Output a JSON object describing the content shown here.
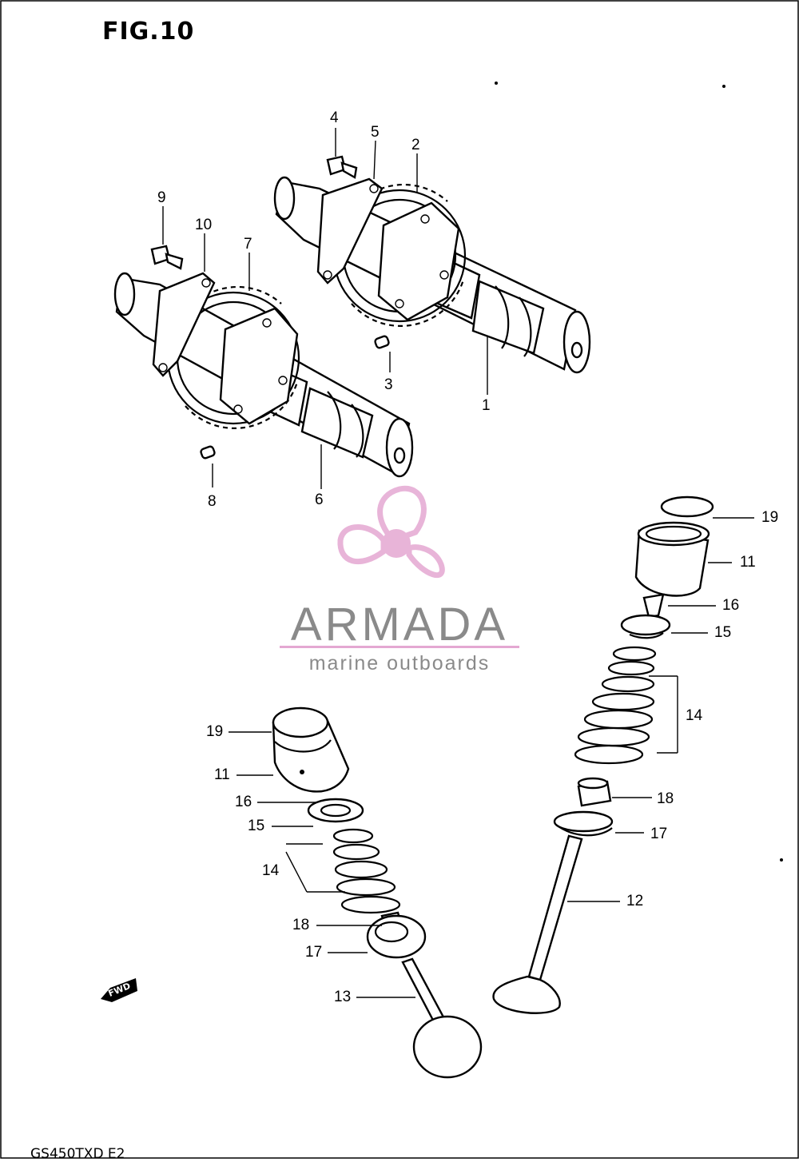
{
  "figure": {
    "title": "FIG.10",
    "model_code": "GS450TXD E2",
    "fwd_label": "FWD"
  },
  "watermark": {
    "brand": "ARMADA",
    "tagline": "marine outboards",
    "accent_color": "#e4a8d2",
    "text_color": "#8a8a8a"
  },
  "callouts": {
    "c1": "1",
    "c2": "2",
    "c3": "3",
    "c4": "4",
    "c5": "5",
    "c6": "6",
    "c7": "7",
    "c8": "8",
    "c9": "9",
    "c10": "10",
    "c11a": "11",
    "c11b": "11",
    "c12": "12",
    "c13": "13",
    "c14a": "14",
    "c14b": "14",
    "c15a": "15",
    "c15b": "15",
    "c16a": "16",
    "c16b": "16",
    "c17a": "17",
    "c17b": "17",
    "c18a": "18",
    "c18b": "18",
    "c19a": "19",
    "c19b": "19"
  }
}
